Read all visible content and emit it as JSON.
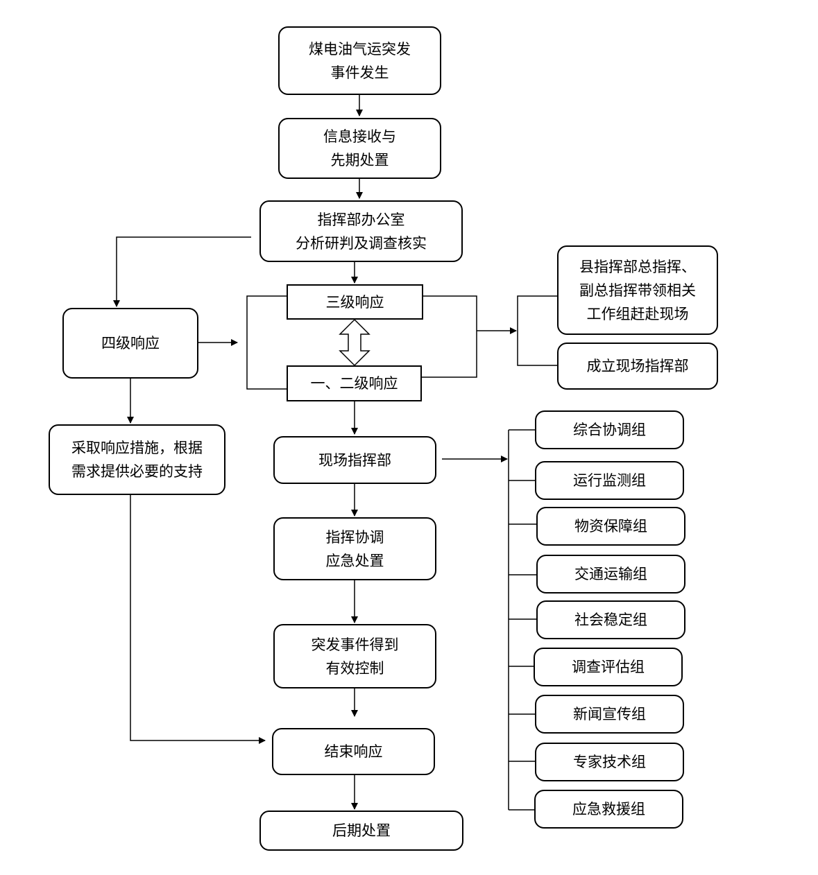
{
  "nodes": {
    "event": "煤电油气运突发\n事件发生",
    "receive": "信息接收与\n先期处置",
    "office": "指挥部办公室\n分析研判及调查核实",
    "level3": "三级响应",
    "level12": "一、二级响应",
    "level4": "四级响应",
    "measures": "采取响应措施，根据\n需求提供必要的支持",
    "county_lead": "县指挥部总指挥、\n副总指挥带领相关\n工作组赶赴现场",
    "set_up_site": "成立现场指挥部",
    "site_hq": "现场指挥部",
    "coordinate": "指挥协调\n应急处置",
    "controlled": "突发事件得到\n有效控制",
    "end_response": "结束响应",
    "aftermath": "后期处置"
  },
  "groups": [
    "综合协调组",
    "运行监测组",
    "物资保障组",
    "交通运输组",
    "社会稳定组",
    "调查评估组",
    "新闻宣传组",
    "专家技术组",
    "应急救援组"
  ],
  "colors": {
    "line": "#000000",
    "box_border": "#000000",
    "background": "#ffffff"
  }
}
